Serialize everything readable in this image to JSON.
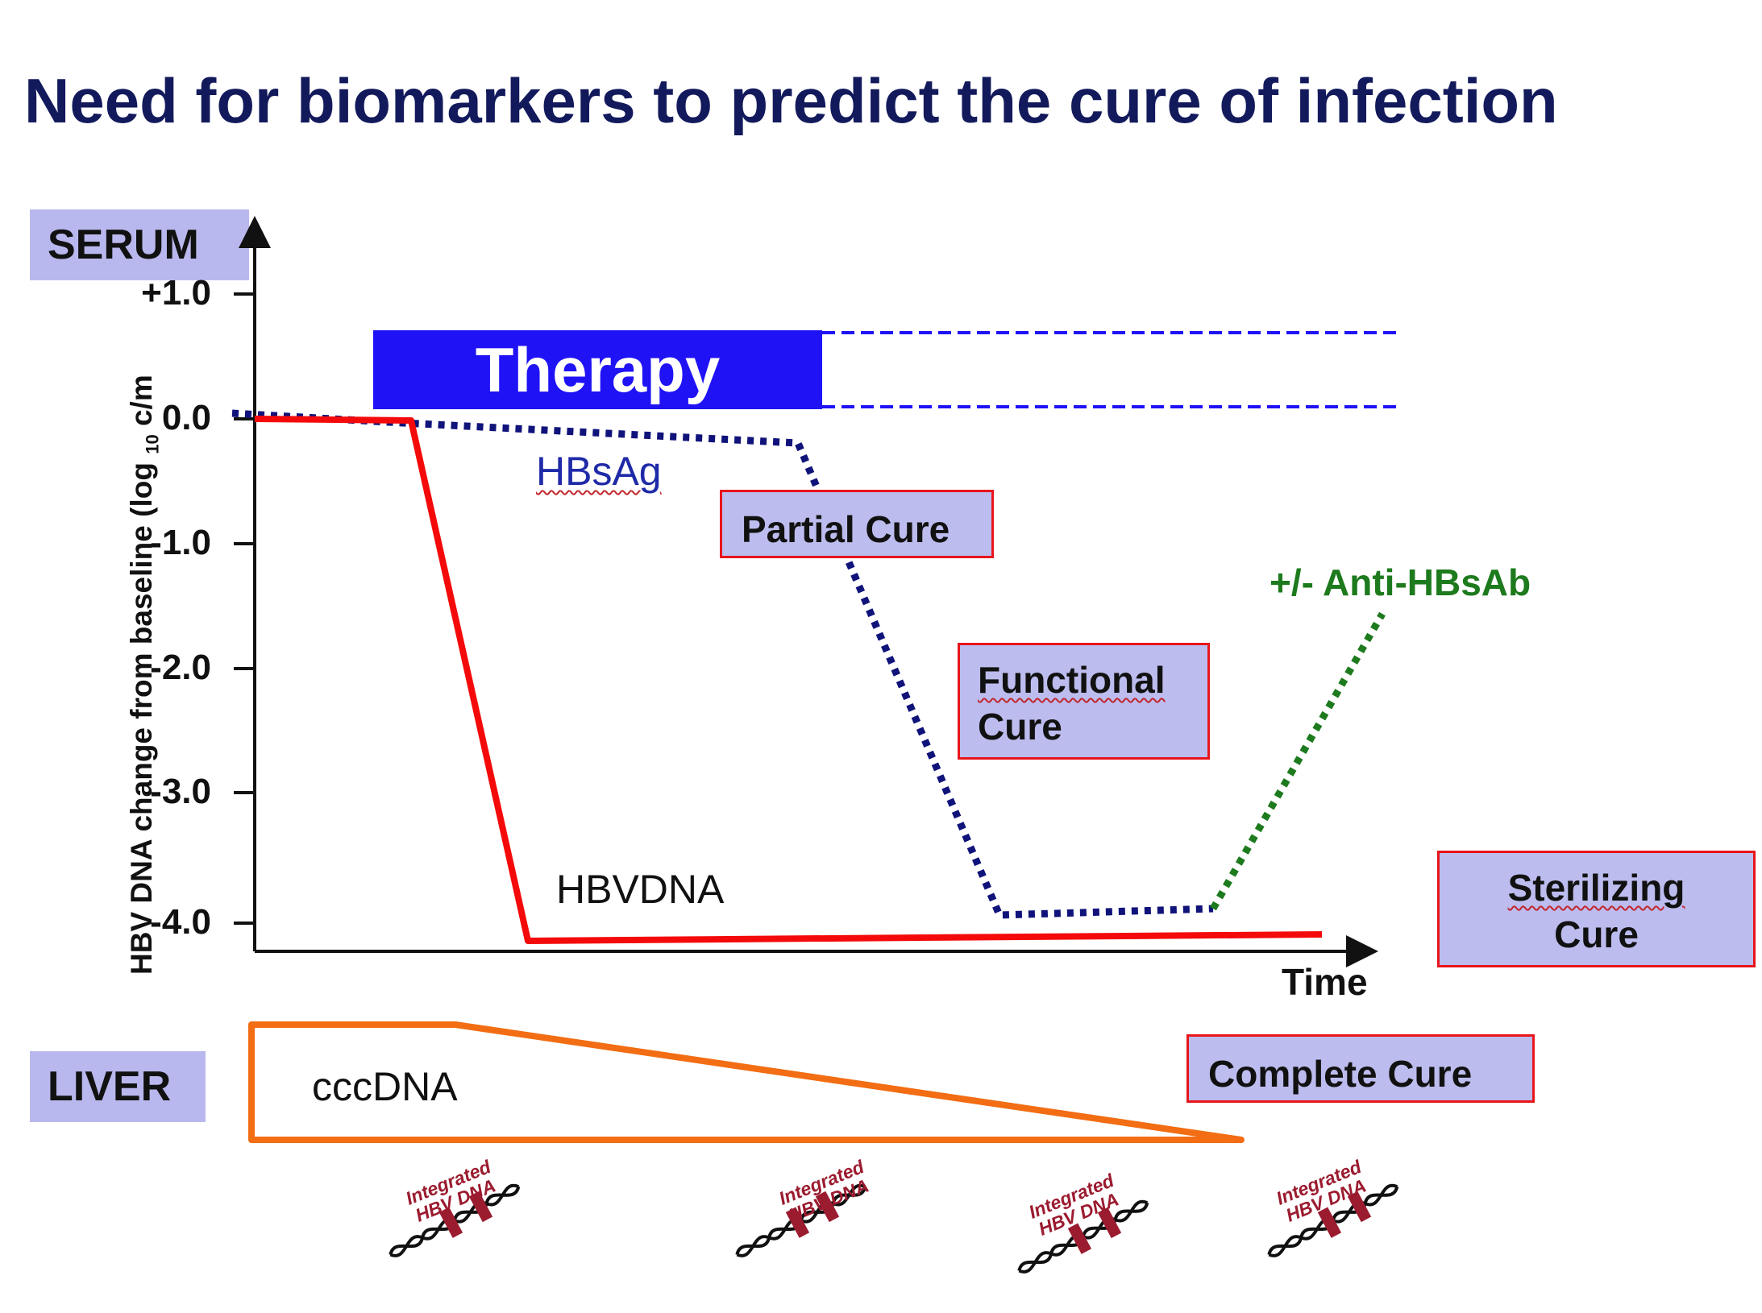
{
  "title": "Need for biomarkers to predict the cure of infection",
  "sections": {
    "serum": "SERUM",
    "liver": "LIVER"
  },
  "y_axis": {
    "label_main": "HBV DNA change from baseline (log",
    "label_sub": "10",
    "label_unit": "c/m",
    "ticks": [
      "+1.0",
      "0.0",
      "-1.0",
      "-2.0",
      "-3.0",
      "-4.0"
    ]
  },
  "x_axis": {
    "label": "Time"
  },
  "therapy": {
    "label": "Therapy",
    "color": "#1f12f5"
  },
  "series_labels": {
    "hbsag": "HBsAg",
    "hbvdna": "HBVDNA",
    "anti_hbsab": "+/- Anti-HBsAb",
    "cccdna": "cccDNA"
  },
  "cures": {
    "partial": "Partial Cure",
    "functional_line1": "Functional",
    "functional_line2": "Cure",
    "sterilizing_line1": "Sterilizing",
    "sterilizing_line2": "Cure",
    "complete": "Complete Cure"
  },
  "integrated_dna": [
    {
      "line1": "Integrated",
      "line2": "HBV DNA"
    },
    {
      "line1": "Integrated",
      "line2": "HBV DNA"
    },
    {
      "line1": "Integrated",
      "line2": "HBV DNA"
    },
    {
      "line1": "Integrated",
      "line2": "HBV DNA"
    }
  ],
  "colors": {
    "title": "#131a5c",
    "hbvdna_line": "#f40a0a",
    "hbsag_line": "#10137a",
    "anti_hbsab_line": "#1d7a1d",
    "cccdna_outline": "#f26d13",
    "box_fill": "#bcbcee",
    "box_border": "#e8151b",
    "dna_mark": "#9b1b2f"
  },
  "icons": {
    "dna": "dna-helix-icon"
  }
}
